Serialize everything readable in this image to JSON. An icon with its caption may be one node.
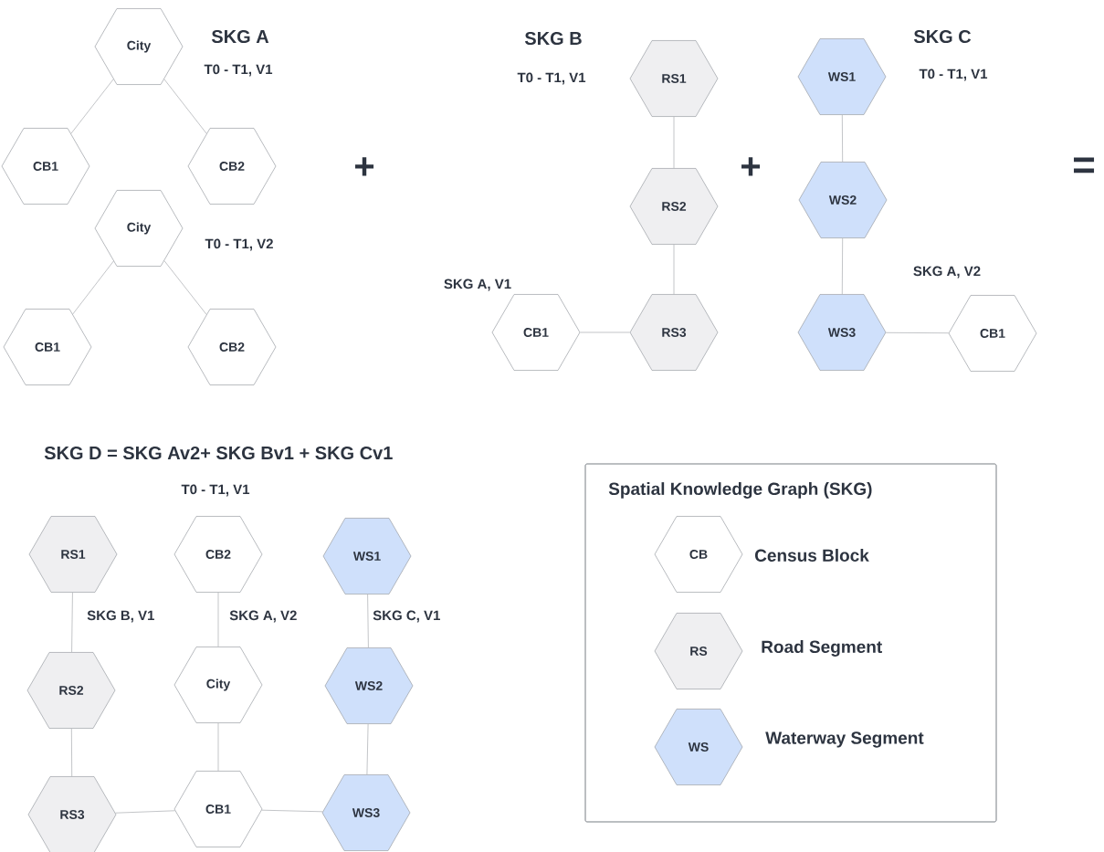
{
  "diagram": {
    "nodes": [
      {
        "text": [
          "City"
        ]
      },
      {
        "text": [
          "CB1"
        ]
      },
      {
        "text": [
          "CB2"
        ]
      },
      {
        "text": [
          "City"
        ]
      },
      {
        "text": [
          "CB1"
        ]
      },
      {
        "text": [
          "CB2"
        ]
      },
      {
        "text": [
          "RS1"
        ]
      },
      {
        "text": [
          "RS2"
        ]
      },
      {
        "text": [
          "CB1"
        ]
      },
      {
        "text": [
          "RS3"
        ]
      },
      {
        "text": [
          "WS1"
        ]
      },
      {
        "text": [
          "WS2"
        ]
      },
      {
        "text": [
          "WS3"
        ]
      },
      {
        "text": [
          "CB1"
        ]
      },
      {
        "text": [
          "RS1"
        ]
      },
      {
        "text": [
          "RS2"
        ]
      },
      {
        "text": [
          "RS3"
        ]
      },
      {
        "text": [
          "CB2"
        ]
      },
      {
        "text": [
          "City"
        ]
      },
      {
        "text": [
          "CB1"
        ]
      },
      {
        "text": [
          "WS1"
        ]
      },
      {
        "text": [
          "WS2"
        ]
      },
      {
        "text": [
          "WS3"
        ]
      },
      {
        "text": [
          "Spatial Knowledge Graph (SKG)"
        ]
      },
      {
        "text": [
          "CB"
        ],
        "in": 23,
        "beside": [
          "Census Block"
        ]
      },
      {
        "text": [
          "RS"
        ],
        "in": 23,
        "beside": [
          "Road Segment"
        ]
      },
      {
        "text": [
          "WS"
        ],
        "in": 23,
        "beside": [
          "Waterway Segment"
        ]
      }
    ],
    "edges": [
      {
        "from": 0,
        "to": 1,
        "arrow": "none"
      },
      {
        "from": 0,
        "to": 2,
        "arrow": "none"
      },
      {
        "from": 3,
        "to": 4,
        "arrow": "none"
      },
      {
        "from": 3,
        "to": 5,
        "arrow": "none"
      },
      {
        "from": 6,
        "to": 7,
        "arrow": "none"
      },
      {
        "from": 7,
        "to": 9,
        "arrow": "none"
      },
      {
        "from": 8,
        "to": 9,
        "arrow": "none"
      },
      {
        "from": 10,
        "to": 11,
        "arrow": "none"
      },
      {
        "from": 11,
        "to": 12,
        "arrow": "none"
      },
      {
        "from": 12,
        "to": 13,
        "arrow": "none"
      },
      {
        "from": 14,
        "to": 15,
        "arrow": "none"
      },
      {
        "from": 15,
        "to": 16,
        "arrow": "none"
      },
      {
        "from": 17,
        "to": 18,
        "arrow": "none"
      },
      {
        "from": 18,
        "to": 19,
        "arrow": "none"
      },
      {
        "from": 16,
        "to": 19,
        "arrow": "none"
      },
      {
        "from": 19,
        "to": 22,
        "arrow": "none"
      },
      {
        "from": 20,
        "to": 21,
        "arrow": "none"
      },
      {
        "from": 21,
        "to": 22,
        "arrow": "none"
      }
    ],
    "labels": [
      "SKG A",
      "T0 - T1, V1",
      "T0 - T1, V2",
      "+",
      "SKG B",
      "T0 - T1, V1",
      "SKG A, V1",
      "+",
      "SKG C",
      "T0 - T1, V1",
      "SKG A, V2",
      "=",
      "SKG D = SKG Av2+ SKG Bv1 + SKG Cv1",
      "T0 - T1, V1",
      "SKG B, V1",
      "SKG A, V2",
      "SKG C, V1"
    ]
  }
}
